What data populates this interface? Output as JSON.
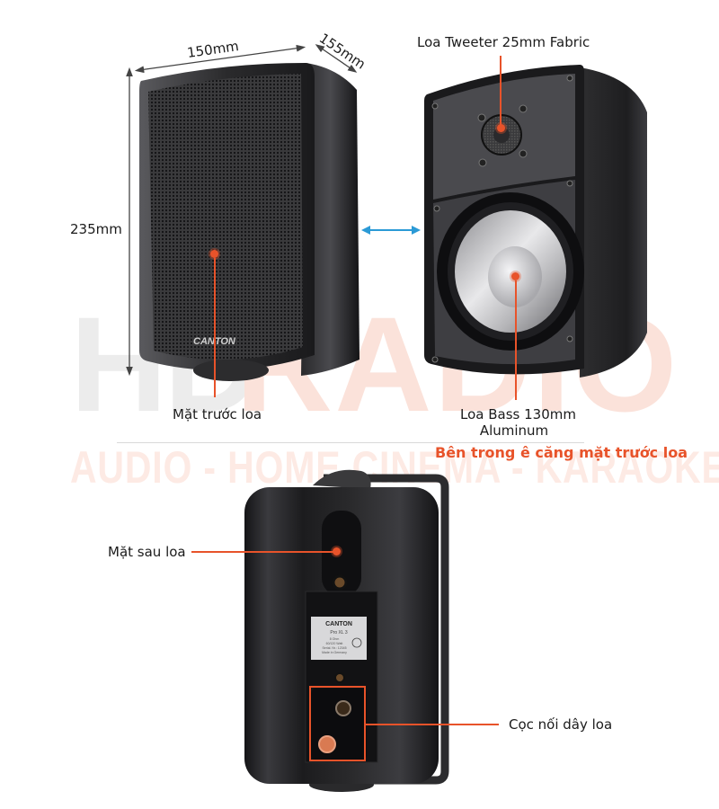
{
  "watermark": {
    "brand_left": "HD",
    "brand_right": "RADIO",
    "tagline": "AUDIO - HOME CINEMA - KARAOKE"
  },
  "dimensions": {
    "width": "150mm",
    "depth": "155mm",
    "height": "235mm"
  },
  "front_view": {
    "label": "Mặt trước loa",
    "logo": "CANTON"
  },
  "inside_view": {
    "tweeter_label": "Loa Tweeter 25mm Fabric",
    "bass_label_line1": "Loa Bass 130mm",
    "bass_label_line2": "Aluminum",
    "caption": "Bên trong ê căng mặt trước loa"
  },
  "rear_view": {
    "back_label": "Mặt sau loa",
    "terminal_label": "Cọc nối dây loa",
    "plate": {
      "logo": "CANTON",
      "model": "Pro XL 3",
      "line1": "8 Ohm",
      "line2": "60/120 Watt",
      "line3": "Serial. Nr.: 12345",
      "line4": "Made in Germany",
      "mark": "CE"
    }
  },
  "colors": {
    "accent": "#e8532a",
    "arrow": "#2b9ad6",
    "speaker_body": "#1c1c1e"
  }
}
